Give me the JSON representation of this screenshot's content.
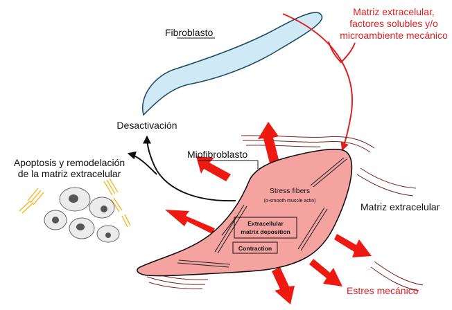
{
  "labels": {
    "fibroblast": "Fibroblasto",
    "ecm_signal_line1": "Matriz extracelular,",
    "ecm_signal_line2": "factores solubles y/o",
    "ecm_signal_line3": "microambiente mecánico",
    "deactivation": "Desactivación",
    "apoptosis_line1": "Apoptosis y remodelación",
    "apoptosis_line2": "de la matriz extracelular",
    "myofibroblast": "Miofibroblasto",
    "stress_fibers": "Stress fibers",
    "alpha_sma": "(α-smooth muscle actin)",
    "ecm_deposition_line1": "Extracellular",
    "ecm_deposition_line2": "matrix deposition",
    "contraction": "Contraction",
    "extracellular_matrix": "Matriz extracelular",
    "mechanical_stress": "Estres mecánico"
  },
  "colors": {
    "fibroblast_fill": "#cfe9f5",
    "fibroblast_stroke": "#1f4e66",
    "myofibroblast_fill": "#f5a3a0",
    "signal_red": "#e02020",
    "arrow_red": "#ee1a12",
    "collagen_yellow": "#f0c040",
    "text_dark": "#111111"
  }
}
